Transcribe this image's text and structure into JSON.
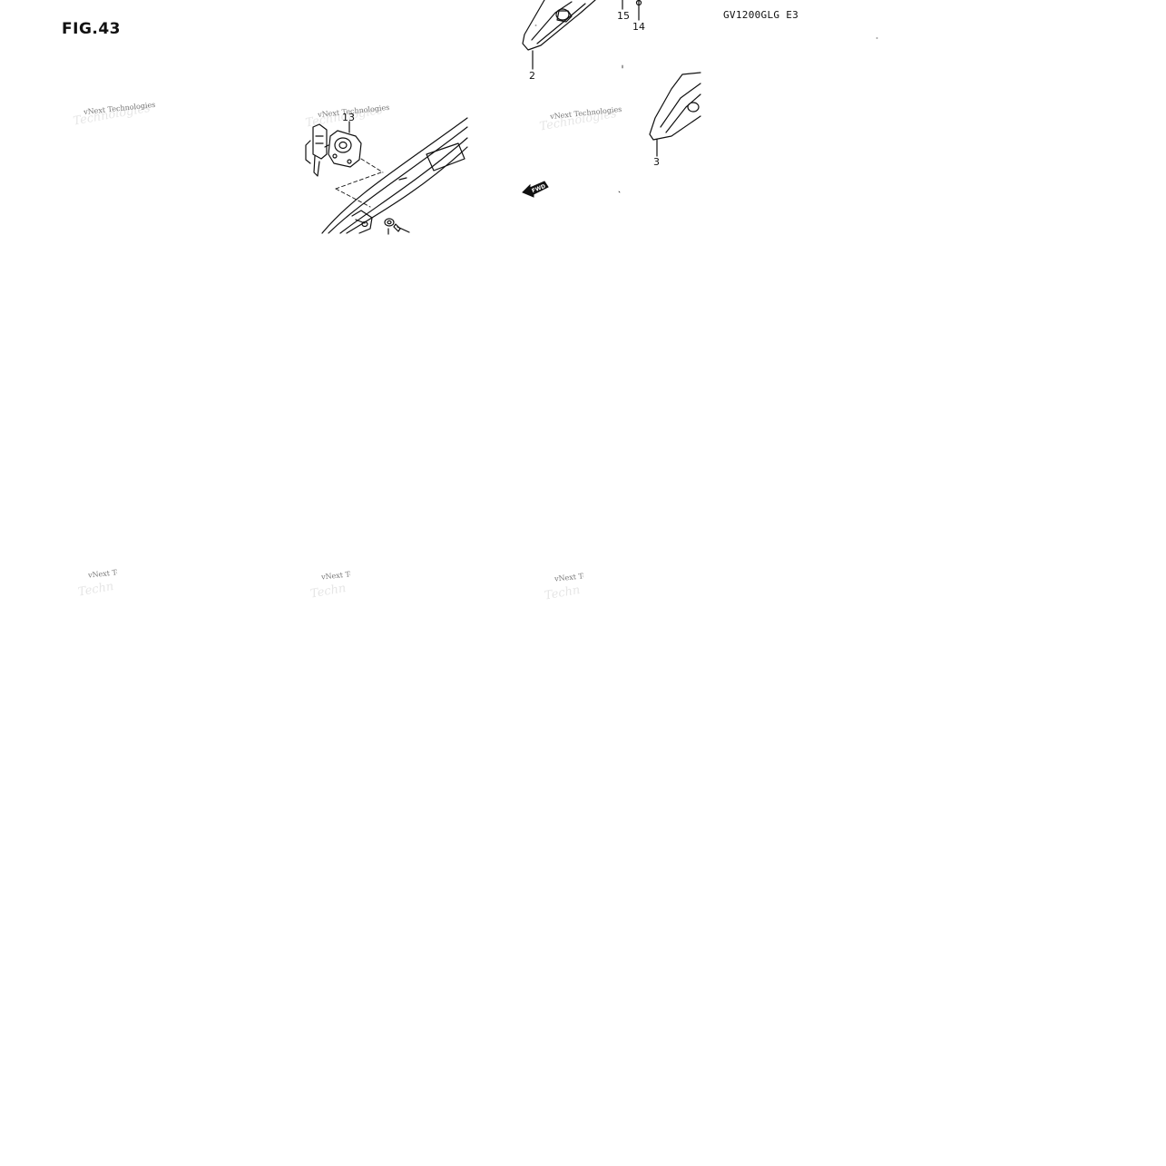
{
  "figure": {
    "title": "FIG.43",
    "model_code": "GV1200GLG E3"
  },
  "watermark": {
    "line1": "vNext Technologies",
    "line1_partial": "vNext Te",
    "line2": "Technologies",
    "line2_partial": "Techn"
  },
  "callouts": {
    "lock": "13",
    "part_2": "2",
    "part_3": "3",
    "part_14": "14",
    "part_15": "15"
  },
  "fwd_label": "FWD"
}
